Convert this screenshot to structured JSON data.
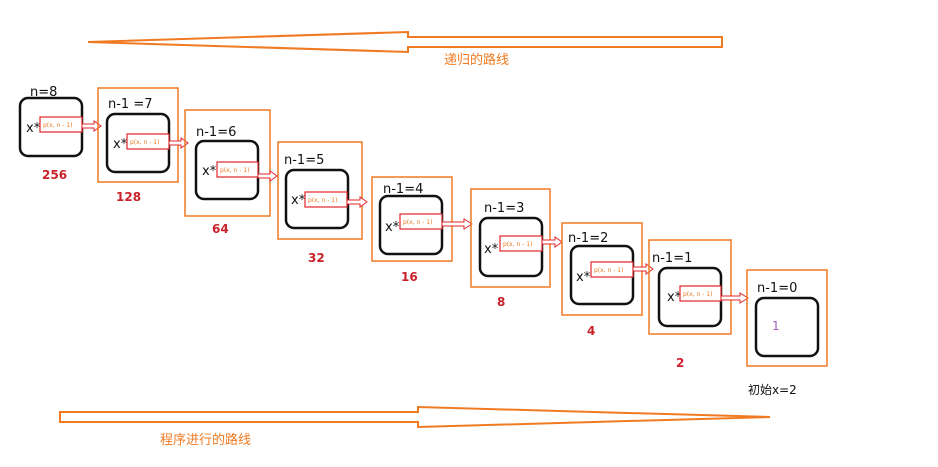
{
  "arrows": {
    "top_label": "递归的路线",
    "bottom_label": "程序进行的路线"
  },
  "stages": [
    {
      "label": "n=8",
      "inner": "x*",
      "call": "p(x, n - 1)",
      "value": "256"
    },
    {
      "label": "n-1 =7",
      "inner": "x*",
      "call": "p(x, n - 1)",
      "value": "128"
    },
    {
      "label": "n-1=6",
      "inner": "x*",
      "call": "p(x, n - 1)",
      "value": "64"
    },
    {
      "label": "n-1=5",
      "inner": "x*",
      "call": "p(x, n - 1)",
      "value": "32"
    },
    {
      "label": "n-1=4",
      "inner": "x*",
      "call": "p(x, n - 1)",
      "value": "16"
    },
    {
      "label": "n-1=3",
      "inner": "x*",
      "call": "p(x, n - 1)",
      "value": "8"
    },
    {
      "label": "n-1=2",
      "inner": "x*",
      "call": "p(x, n - 1)",
      "value": "4"
    },
    {
      "label": "n-1=1",
      "inner": "x*",
      "call": "p(x, n - 1)",
      "value": "2"
    },
    {
      "label": "n-1=0",
      "inner": "1",
      "call": "",
      "value": ""
    }
  ],
  "base_note": "初始x=2",
  "colors": {
    "orange": "#f07a22",
    "red": "#e0262a",
    "value_red": "#c9222a",
    "black": "#111111",
    "purple": "#a45ab8"
  }
}
